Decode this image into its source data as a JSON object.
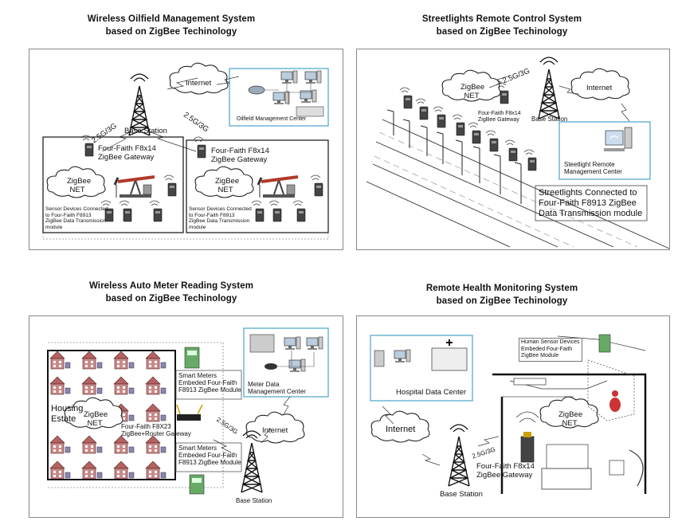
{
  "panels": {
    "oilfield": {
      "title_line1": "Wireless Oilfield Management System",
      "title_line2": "based on ZigBee Techinology",
      "internet": "Internet",
      "base_station": "Base Station",
      "net_3g_a": "2.5G/3G",
      "net_3g_b": "2.5G/3G",
      "center": "Oilfield Management Center",
      "gateway_a_1": "Four-Faith F8x14",
      "gateway_a_2": "ZigBee Gateway",
      "gateway_b_1": "Four-Faith F8x14",
      "gateway_b_2": "ZigBee Gateway",
      "zigbee_a_1": "ZigBee",
      "zigbee_a_2": "NET",
      "zigbee_b_1": "ZigBee",
      "zigbee_b_2": "NET",
      "sensor_a": [
        "Sensor Devices Connected",
        "to Four-Faith F8913",
        "ZigBee Data Transmission",
        "module"
      ],
      "sensor_b": [
        "Sensor Devices Connected",
        "to Four-Faith F8913",
        "ZigBee Data Transmission",
        "module"
      ]
    },
    "streetlights": {
      "title_line1": "Streetlights Remote Control System",
      "title_line2": "based on ZigBee Techinology",
      "zigbee_1": "ZigBee",
      "zigbee_2": "NET",
      "net_3g": "2.5G/3G",
      "internet": "Internet",
      "gateway_1": "Four-Faith F8x14",
      "gateway_2": "ZigBee Gateway",
      "base_station": "Base Station",
      "center_1": "Steetlight Remote",
      "center_2": "Management Center",
      "module_1": "Streetlights Connected to",
      "module_2": "Four-Faith F8913 ZigBee",
      "module_3": "Data Transmission module"
    },
    "meter": {
      "title_line1": "Wireless Auto Meter Reading System",
      "title_line2": "based on ZigBee Techinology",
      "housing_1": "Housing",
      "housing_2": "Estate",
      "zigbee_1": "ZigBee",
      "zigbee_2": "NET",
      "smart_a": [
        "Smart Meters",
        "Embeded Four-Faith",
        "F8913 ZigBee Module"
      ],
      "smart_b": [
        "Smart Meters",
        "Embeded Four-Faith",
        "F8913 ZigBee Module"
      ],
      "router_1": "Four-Faith F8X23",
      "router_2": "ZigBee+Router Gateway",
      "center_1": "Meter Data",
      "center_2": "Management Center",
      "net_3g": "2.5G/3G",
      "internet": "Internet",
      "base_station": "Base Station"
    },
    "health": {
      "title_line1": "Remote Health Monitoring System",
      "title_line2": "based on ZigBee Techinology",
      "hospital": "Hospital Data Center",
      "sensor": [
        "Human Sensor Devices",
        "Embeded Four-Faith",
        "ZigBee Module"
      ],
      "internet": "Internet",
      "zigbee_1": "ZigBee",
      "zigbee_2": "NET",
      "net_3g": "2.5G/3G",
      "gateway_1": "Four-Faith F8x14",
      "gateway_2": "ZigBee Gateway",
      "base_station": "Base Station"
    }
  },
  "colors": {
    "frame": "#888888",
    "accent_box": "#4aa3c8",
    "device": "#555555",
    "house": "#a05050",
    "signal": "#333333"
  }
}
